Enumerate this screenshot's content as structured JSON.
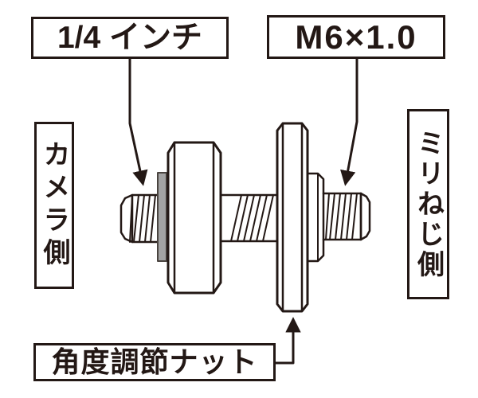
{
  "labels": {
    "quarter_inch": "1/4 インチ",
    "metric_thread": "M6×1.0",
    "camera_side": "カメラ側",
    "milli_screw_side": "ミリねじ側",
    "angle_adjust_nut": "角度調節ナット"
  },
  "drawing": {
    "parts": [
      "quarter-inch-threaded-stud",
      "gray-washer",
      "round-knob",
      "middle-threaded-shaft",
      "angle-adjustment-nut",
      "collar",
      "m6-threaded-stud"
    ],
    "colors": {
      "line": "#231815",
      "washer_fill": "#a3a3a3",
      "washer_stroke": "#4a4440",
      "background": "#ffffff",
      "text": "#231815"
    }
  }
}
